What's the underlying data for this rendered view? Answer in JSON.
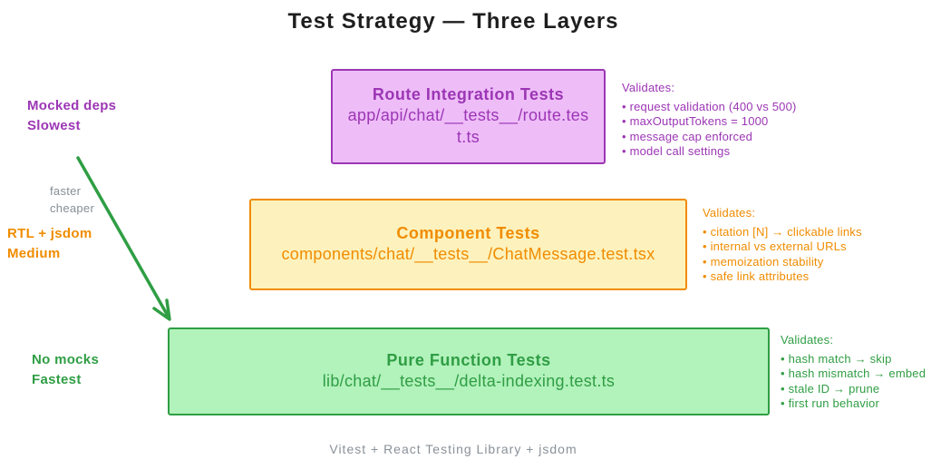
{
  "title": "Test Strategy — Three Layers",
  "footer": "Vitest + React Testing Library + jsdom",
  "colors": {
    "route_accent": "#9c36b5",
    "route_fill": "#eebdf8",
    "component_accent": "#f08c00",
    "component_fill": "#fdf2bd",
    "pure_accent": "#2f9e44",
    "pure_fill": "#b2f2bb",
    "muted_gray": "#868e96",
    "title_ink": "#1e1e1e"
  },
  "annotations": {
    "mocked": {
      "line1": "Mocked deps",
      "line2": "Slowest"
    },
    "faster": {
      "line1": "faster",
      "line2": "cheaper"
    },
    "rtl": {
      "line1": "RTL + jsdom",
      "line2": "Medium"
    },
    "nomocks": {
      "line1": "No mocks",
      "line2": "Fastest"
    }
  },
  "layers": [
    {
      "title": "Route Integration Tests",
      "path": "app/api/chat/__tests__/route.test.ts",
      "validates_label": "Validates:",
      "validates": [
        "request validation (400 vs 500)",
        "maxOutputTokens = 1000",
        "message cap enforced",
        "model call settings"
      ]
    },
    {
      "title": "Component Tests",
      "path": "components/chat/__tests__/ChatMessage.test.tsx",
      "validates_label": "Validates:",
      "validates": [
        "citation [N] → clickable links",
        "internal vs external URLs",
        "memoization stability",
        "safe link attributes"
      ]
    },
    {
      "title": "Pure Function Tests",
      "path": "lib/chat/__tests__/delta-indexing.test.ts",
      "validates_label": "Validates:",
      "validates": [
        "hash match → skip",
        "hash mismatch → embed",
        "stale ID → prune",
        "first run behavior"
      ]
    }
  ]
}
